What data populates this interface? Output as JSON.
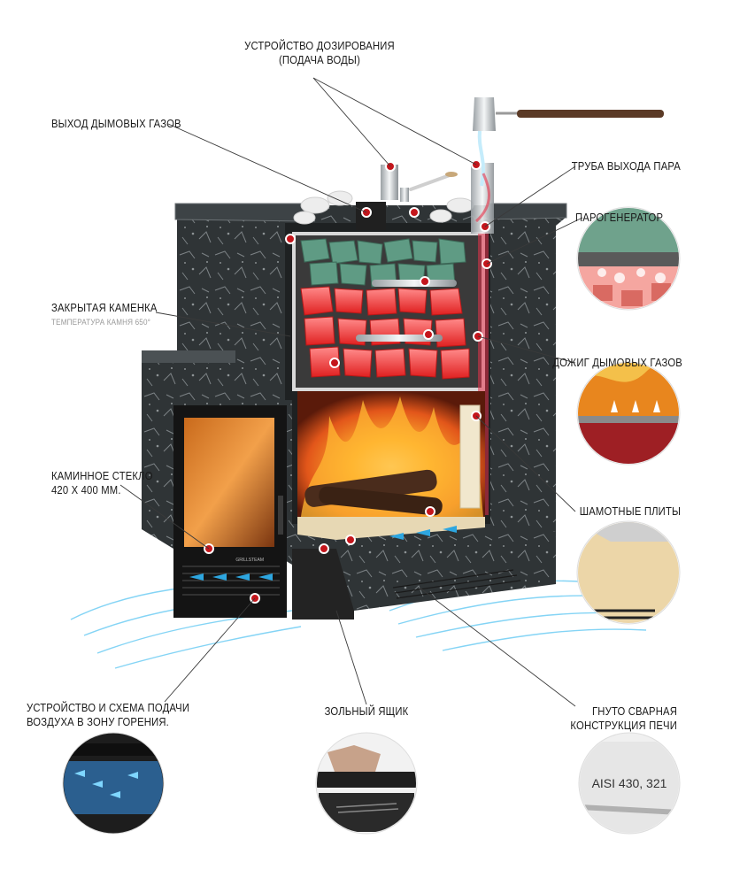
{
  "labels": {
    "dosing_device": [
      "УСТРОЙСТВО ДОЗИРОВАНИЯ",
      "(ПОДАЧА ВОДЫ)"
    ],
    "flue_gas_outlet": "ВЫХОД ДЫМОВЫХ ГАЗОВ",
    "steam_pipe": "ТРУБА ВЫХОДА ПАРА",
    "steam_generator": "ПАРОГЕНЕРАТОР",
    "closed_heater": "ЗАКРЫТАЯ КАМЕНКА",
    "stone_temperature": "ТЕМПЕРАТУРА КАМНЯ 650°",
    "afterburning": "ДОЖИГ ДЫМОВЫХ ГАЗОВ",
    "fireplace_glass": [
      "КАМИННОЕ СТЕКЛО",
      "420 Х 400 ММ."
    ],
    "fireclay_plates": "ШАМОТНЫЕ ПЛИТЫ",
    "air_supply": [
      "УСТРОЙСТВО И СХЕМА ПОДАЧИ",
      "ВОЗДУХА В ЗОНУ ГОРЕНИЯ."
    ],
    "ash_box": "ЗОЛЬНЫЙ ЯЩИК",
    "welded_construction": [
      "ГНУТО СВАРНАЯ",
      "КОНСТРУКЦИЯ ПЕЧИ"
    ]
  },
  "steel_grade": "AISI 430, 321",
  "brand": "GRILLSTEAM",
  "colors": {
    "stone": "#2f3436",
    "stone_light": "#6c7275",
    "marker": "#c4161c",
    "fire": "#f08a1a",
    "hot_stones": "#f04a4a",
    "steam": "#e8e8e8",
    "air_flow": "#4fc3f7"
  }
}
